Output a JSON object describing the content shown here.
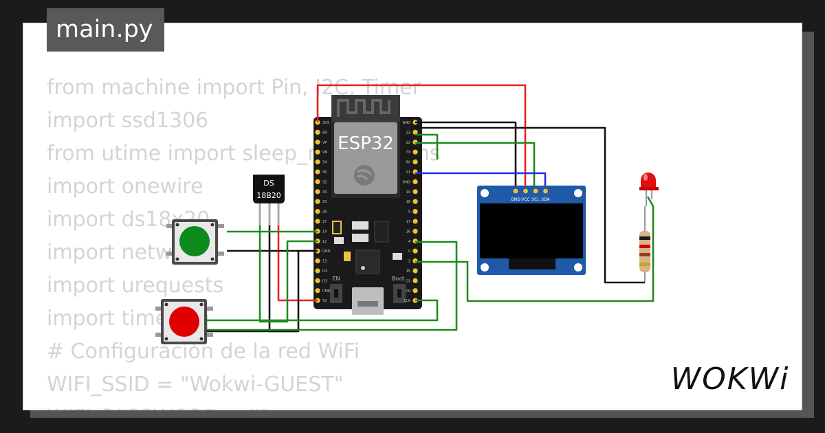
{
  "tab": {
    "filename": "main.py"
  },
  "code_lines": [
    "from machine import Pin, I2C, Timer",
    "import ssd1306",
    "from utime import sleep_ms, ticks_ms",
    "import onewire",
    "import ds18x20",
    "import network",
    "import urequests",
    "import time",
    "# Configuración de la red WiFi",
    "WIFI_SSID = \"Wokwi-GUEST\"",
    "WIFI_PASSWORD = \"\""
  ],
  "esp32": {
    "label": "ESP32",
    "left_pins": [
      "3V3",
      "EN",
      "VP",
      "VN",
      "34",
      "35",
      "32",
      "33",
      "25",
      "26",
      "27",
      "14",
      "12",
      "GND",
      "13",
      "D2",
      "D3",
      "CMD",
      "5V"
    ],
    "right_pins": [
      "GND",
      "23",
      "22",
      "TX",
      "RX",
      "21",
      "GND",
      "19",
      "18",
      "5",
      "17",
      "16",
      "4",
      "0",
      "2",
      "15",
      "D1",
      "D0",
      "CLK"
    ],
    "btn_en": "EN",
    "btn_boot": "Boot"
  },
  "ds18b20": {
    "line1": "DS",
    "line2": "18B20"
  },
  "oled": {
    "pins": [
      "GND",
      "VCC",
      "SCL",
      "SDA"
    ]
  },
  "brand": {
    "logo": "WOKWi"
  },
  "colors": {
    "wire_red": "#e8201f",
    "wire_black": "#111111",
    "wire_green": "#1e8a1e",
    "wire_blue": "#1a2fe0",
    "oled_blue": "#1f5aa8",
    "button_green": "#0c8a1c",
    "button_red": "#e00000",
    "board": "#1a1a1a"
  }
}
